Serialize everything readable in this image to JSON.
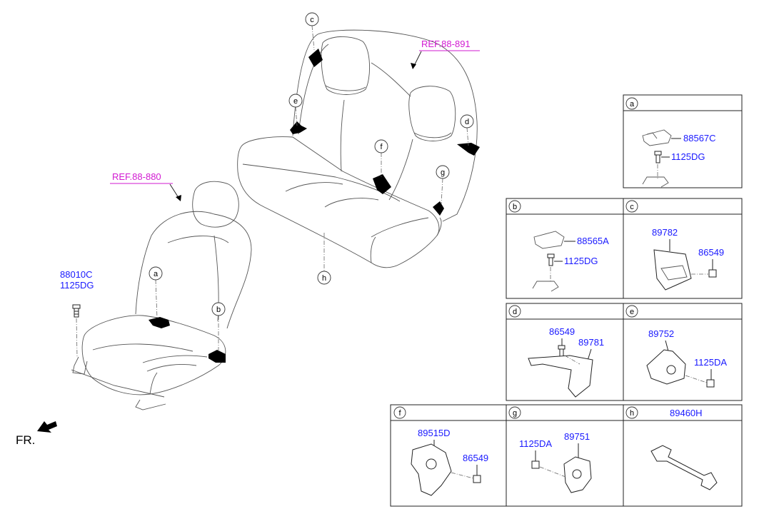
{
  "references": {
    "rear_seat_ref": "REF.88-891",
    "front_seat_ref": "REF.88-880"
  },
  "front_seat_parts": {
    "line1": "88010C",
    "line2": "1125DG"
  },
  "direction_label": "FR.",
  "callouts": {
    "a": "a",
    "b": "b",
    "c": "c",
    "d": "d",
    "e": "e",
    "f": "f",
    "g": "g",
    "h": "h"
  },
  "detail_boxes": {
    "a": {
      "letter": "a",
      "parts": [
        "88567C",
        "1125DG"
      ]
    },
    "b": {
      "letter": "b",
      "parts": [
        "88565A",
        "1125DG"
      ]
    },
    "c": {
      "letter": "c",
      "parts": [
        "89782",
        "86549"
      ]
    },
    "d": {
      "letter": "d",
      "parts": [
        "86549",
        "89781"
      ]
    },
    "e": {
      "letter": "e",
      "parts": [
        "89752",
        "1125DA"
      ]
    },
    "f": {
      "letter": "f",
      "parts": [
        "89515D",
        "86549"
      ]
    },
    "g": {
      "letter": "g",
      "parts": [
        "1125DA",
        "89751"
      ]
    },
    "h": {
      "letter": "h",
      "parts": [
        "89460H"
      ]
    }
  },
  "colors": {
    "part_number": "#1a1aff",
    "reference": "#d21ad2",
    "line": "#555555"
  }
}
